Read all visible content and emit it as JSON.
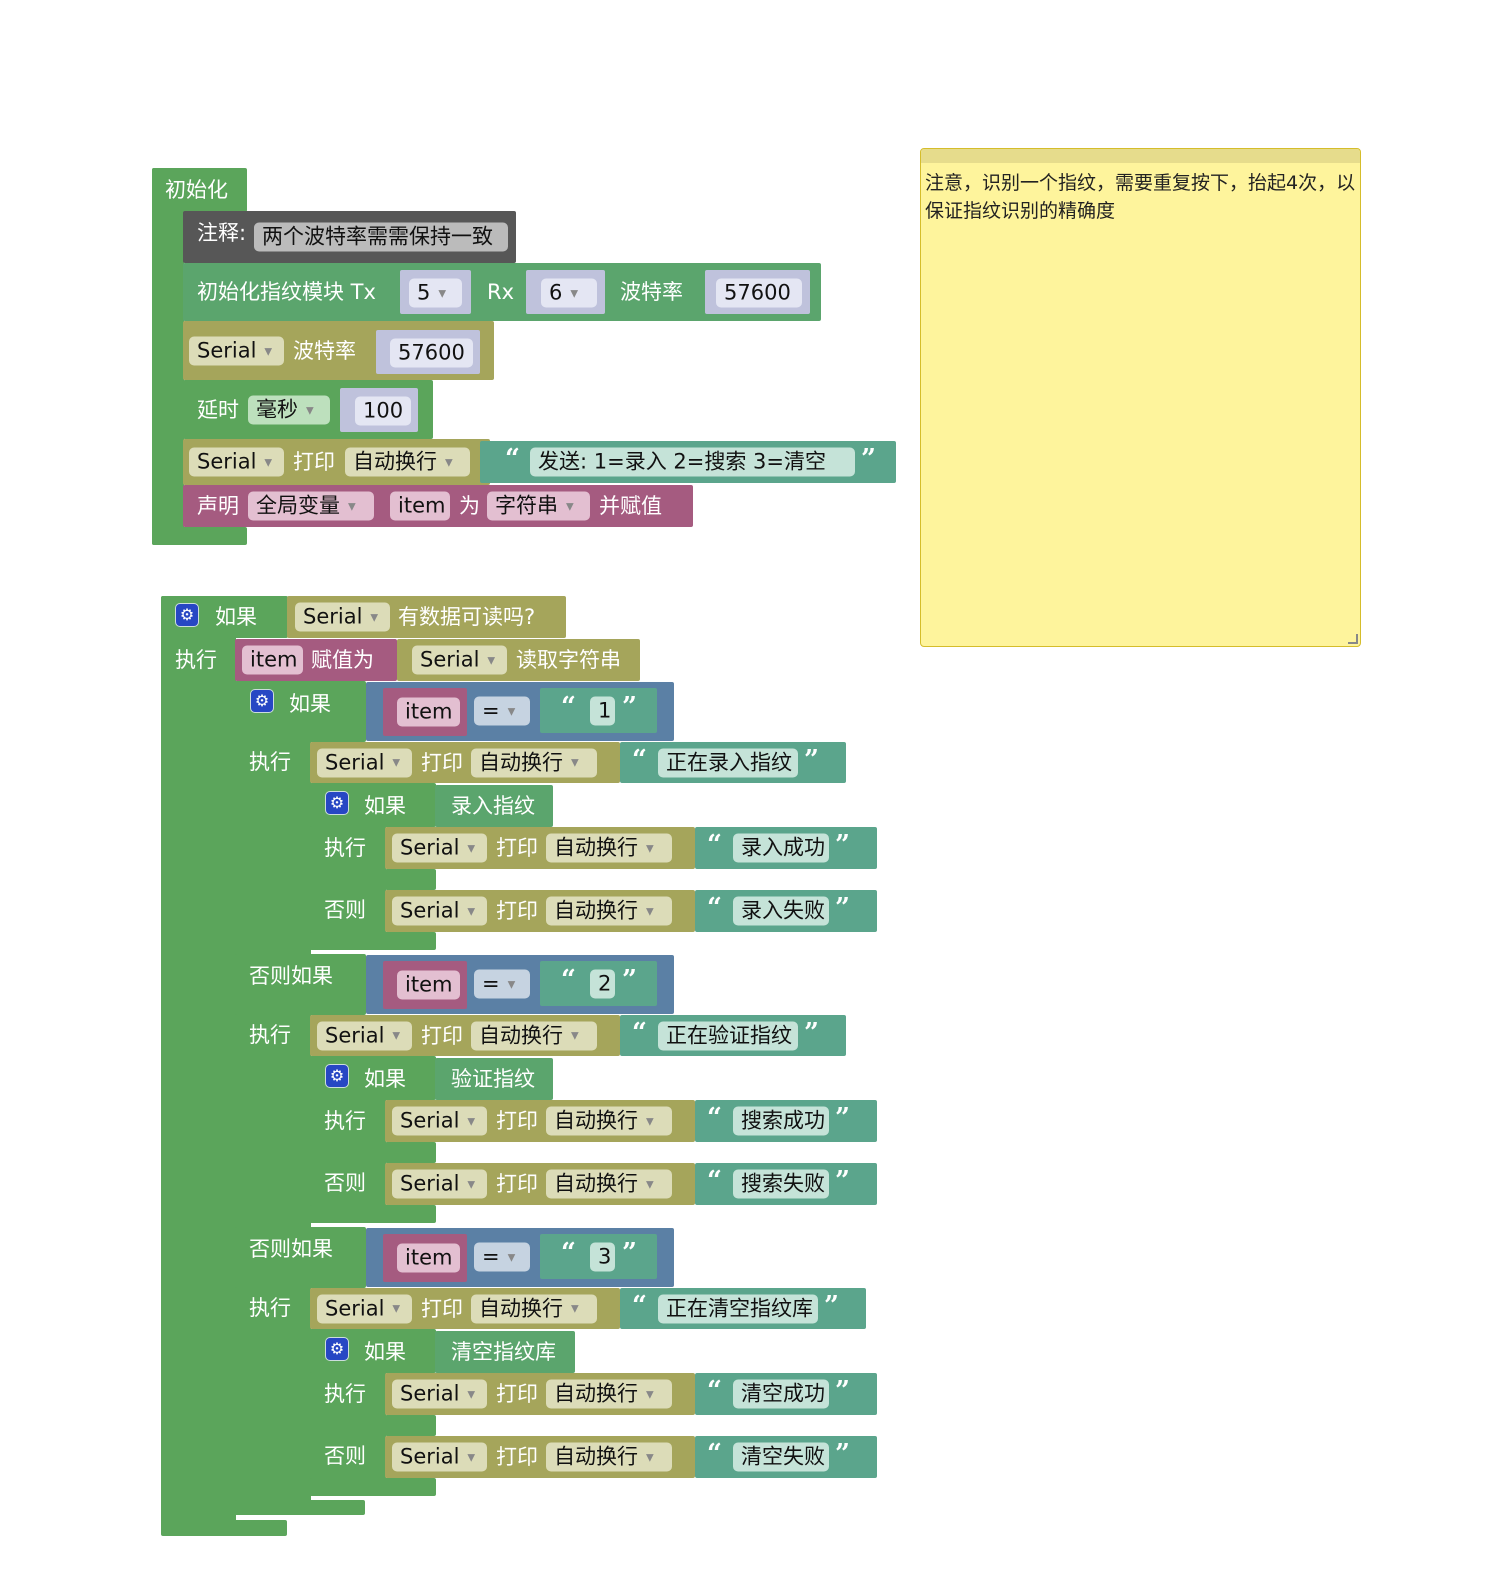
{
  "colors": {
    "control": "#5ba55b",
    "comment": "#575757",
    "fingerprint": "#5ba56d",
    "serial": "#a5a55b",
    "text": "#5ba58c",
    "variable": "#a55b80",
    "compare": "#5b80a5"
  },
  "setup": {
    "hat_label": "初始化",
    "comment": {
      "label": "注释:",
      "value": "两个波特率需需保持一致"
    },
    "fp_init": {
      "label": "初始化指纹模块 Tx",
      "tx": "5",
      "rx_label": "Rx",
      "rx": "6",
      "baud_label": "波特率",
      "baud": "57600"
    },
    "serial_begin": {
      "port": "Serial",
      "label": "波特率",
      "baud": "57600"
    },
    "delay": {
      "label": "延时",
      "unit": "毫秒",
      "value": "100"
    },
    "print": {
      "port": "Serial",
      "label": "打印",
      "mode": "自动换行",
      "text": "发送:  1=录入   2=搜索   3=清空"
    },
    "declare": {
      "label": "声明",
      "scope": "全局变量",
      "name": "item",
      "as": "为",
      "type": "字符串",
      "assign": "并赋值"
    }
  },
  "note": {
    "text": "注意，识别一个指纹，需要重复按下，抬起4次，以保证指纹识别的精确度"
  },
  "loop": {
    "if_label": "如果",
    "do_label": "执行",
    "elseif_label": "否则如果",
    "else_label": "否则",
    "print_label": "打印",
    "port": "Serial",
    "mode": "自动换行",
    "var": "item",
    "op": "=",
    "available": "有数据可读吗?",
    "assign_label": "赋值为",
    "read": "读取字符串",
    "branches": [
      {
        "value": "1",
        "msg": "正在录入指纹",
        "action": "录入指纹",
        "ok": "录入成功",
        "fail": "录入失败"
      },
      {
        "value": "2",
        "msg": "正在验证指纹",
        "action": "验证指纹",
        "ok": "搜索成功",
        "fail": "搜索失败"
      },
      {
        "value": "3",
        "msg": "正在清空指纹库",
        "action": "清空指纹库",
        "ok": "清空成功",
        "fail": "清空失败"
      }
    ]
  }
}
